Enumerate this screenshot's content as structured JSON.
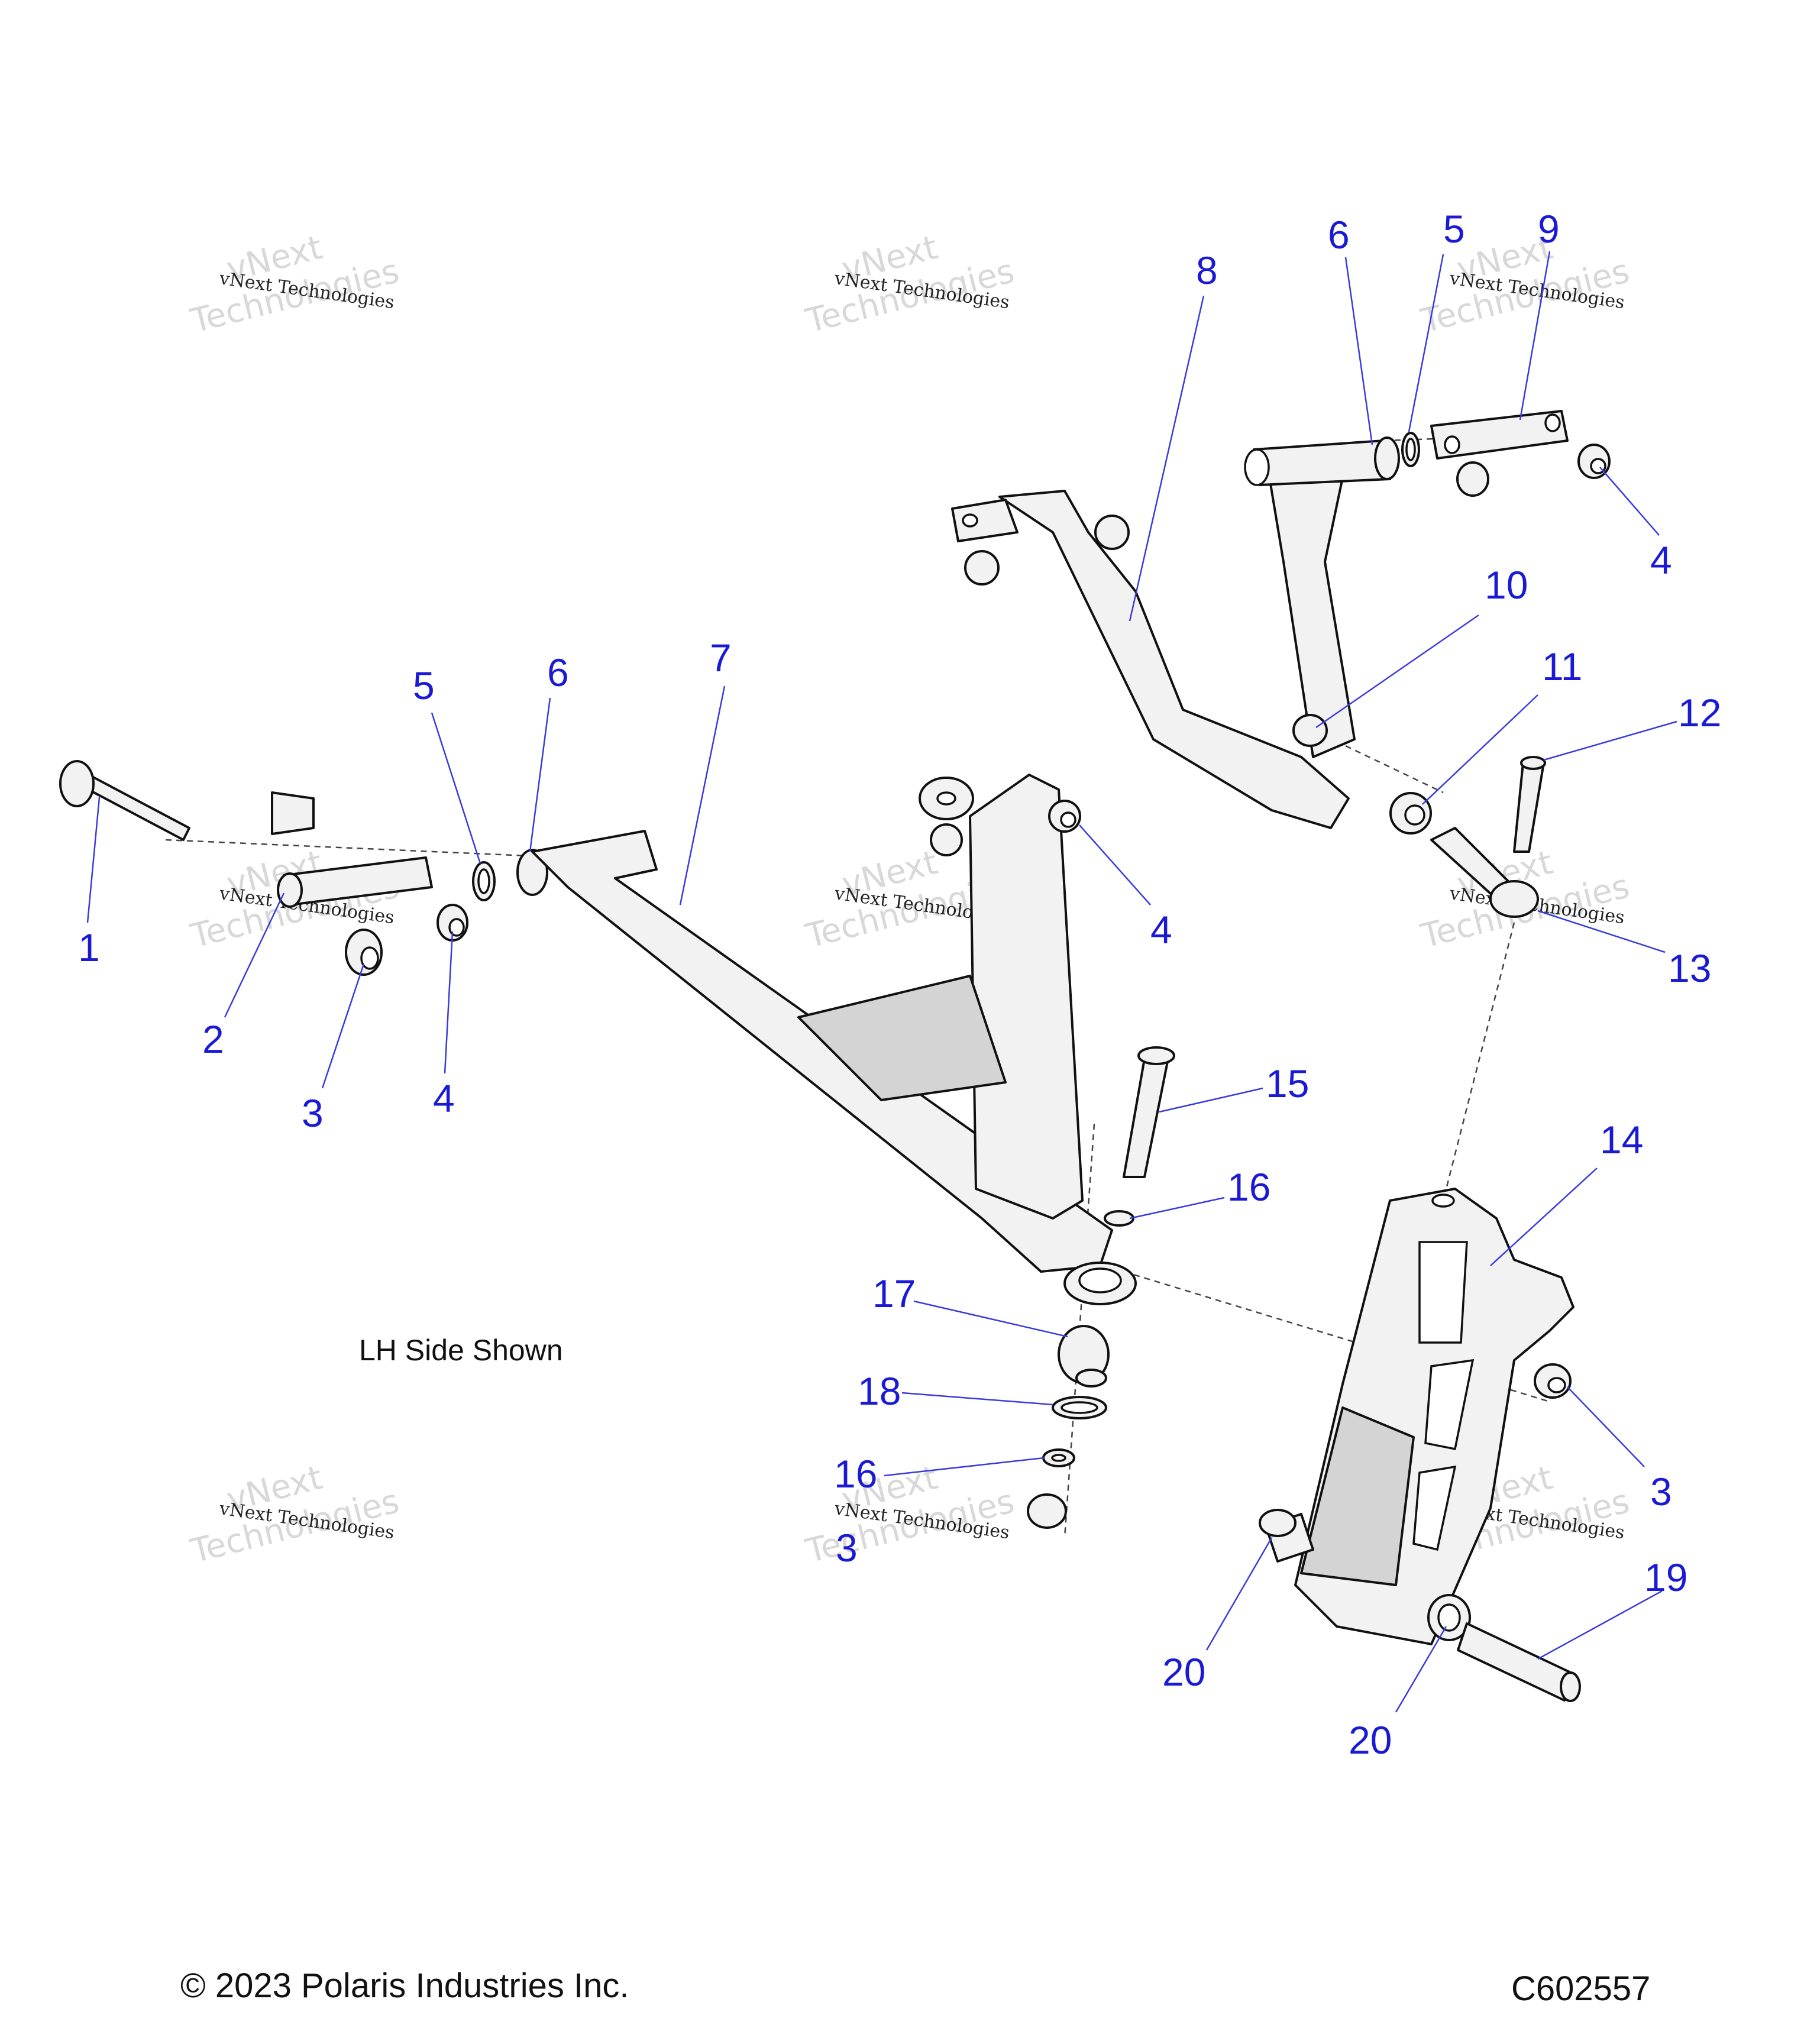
{
  "note": "LH Side Shown",
  "copyright": "© 2023 Polaris Industries Inc.",
  "figure_id": "C602557",
  "watermark": {
    "line1": "vNext Technologies",
    "line2": "vNext",
    "line3": "Technologies"
  },
  "callouts": {
    "c1": "1",
    "c2": "2",
    "c3a": "3",
    "c4a": "4",
    "c5a": "5",
    "c6a": "6",
    "c7": "7",
    "c8": "8",
    "c6b": "6",
    "c5b": "5",
    "c9": "9",
    "c4b": "4",
    "c10": "10",
    "c11": "11",
    "c12": "12",
    "c4c": "4",
    "c13": "13",
    "c15": "15",
    "c16a": "16",
    "c14": "14",
    "c17": "17",
    "c18": "18",
    "c16b": "16",
    "c3b": "3",
    "c3c": "3",
    "c19": "19",
    "c20a": "20",
    "c20b": "20"
  },
  "colors": {
    "callout": "#1a1ad6",
    "leader": "#3a3ae0"
  }
}
